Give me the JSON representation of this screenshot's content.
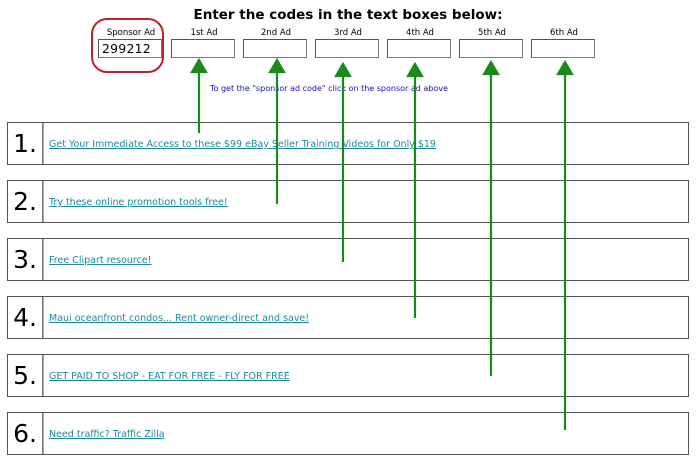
{
  "heading": "Enter the codes in the text boxes below:",
  "code_fields": [
    {
      "label": "Sponsor Ad",
      "value": "299212"
    },
    {
      "label": "1st Ad",
      "value": ""
    },
    {
      "label": "2nd Ad",
      "value": ""
    },
    {
      "label": "3rd Ad",
      "value": ""
    },
    {
      "label": "4th Ad",
      "value": ""
    },
    {
      "label": "5th Ad",
      "value": ""
    },
    {
      "label": "6th Ad",
      "value": ""
    }
  ],
  "hint": "To get the \"sponsor ad code\" click on the sponsor ad above",
  "ads": [
    {
      "number": "1.",
      "link": "Get Your Immediate Access to these $99 eBay Seller Training Videos for Only $19"
    },
    {
      "number": "2.",
      "link": "Try these online promotion tools free!"
    },
    {
      "number": "3.",
      "link": "Free Clipart resource!"
    },
    {
      "number": "4.",
      "link": "Maui oceanfront condos... Rent owner-direct and save!"
    },
    {
      "number": "5.",
      "link": "GET PAID TO SHOP - EAT FOR FREE - FLY FOR FREE"
    },
    {
      "number": "6.",
      "link": "Need traffic? Traffic Zilla"
    }
  ],
  "colors": {
    "arrow": "#1a8a1a",
    "highlight_ring": "#c0202a",
    "link": "#1a8a9a",
    "hint": "#1010c0"
  }
}
